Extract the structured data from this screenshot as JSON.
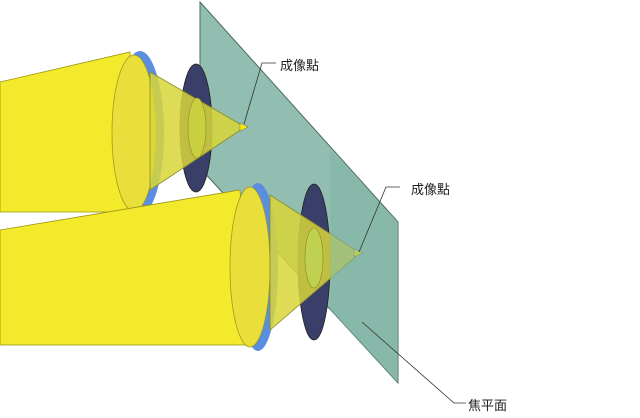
{
  "labels": {
    "image_point_1": "成像點",
    "image_point_2": "成像點",
    "focal_plane": "焦平面"
  },
  "colors": {
    "beam": "#f2ea2a",
    "lens_ring": "#5a8ee0",
    "aperture": "#3a3f6a",
    "plane": "#7fb3a3"
  }
}
